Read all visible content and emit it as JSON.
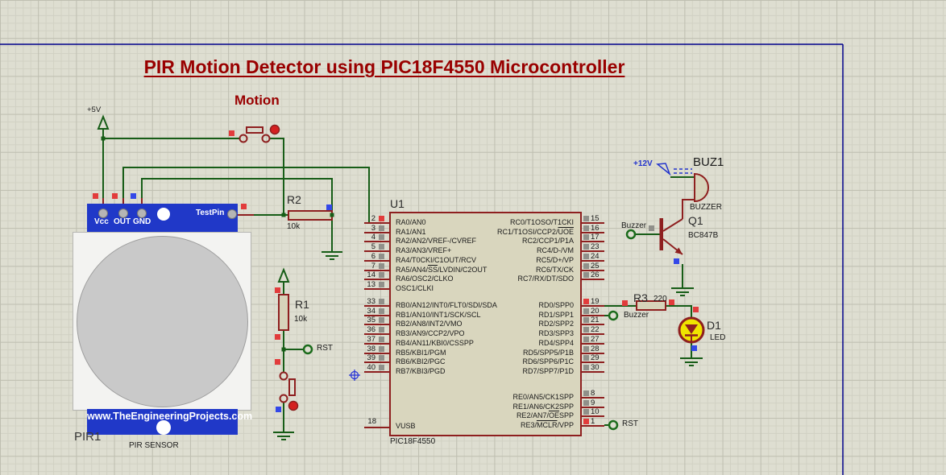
{
  "sheet": {
    "title": "PIR Motion Detector using PIC18F4550 Microcontroller"
  },
  "annotations": {
    "motion": "Motion"
  },
  "power": {
    "v5": "+5V",
    "v12": "+12V"
  },
  "terminals": {
    "rst_left": "RST",
    "rst_right": "RST",
    "buzzer_base": "Buzzer",
    "buzzer_pin": "Buzzer"
  },
  "parts": {
    "pir": {
      "ref": "PIR1",
      "value": "PIR SENSOR",
      "url": "www.TheEngineeringProjects.com",
      "pin_vcc": "Vcc",
      "pin_out": "OUT",
      "pin_gnd": "GND",
      "pin_test": "TestPin"
    },
    "r1": {
      "ref": "R1",
      "value": "10k"
    },
    "r2": {
      "ref": "R2",
      "value": "10k"
    },
    "r3": {
      "ref": "R3",
      "value": "220"
    },
    "d1": {
      "ref": "D1",
      "value": "LED"
    },
    "q1": {
      "ref": "Q1",
      "value": "BC847B"
    },
    "buz1": {
      "ref": "BUZ1",
      "value": "BUZZER"
    },
    "u1": {
      "ref": "U1",
      "value": "PIC18F4550",
      "vusb_num": "18",
      "vusb_label": "VUSB"
    }
  },
  "mcu_pins": {
    "left_a": [
      {
        "num": "2",
        "state": "red",
        "label": "RA0/AN0"
      },
      {
        "num": "3",
        "state": "gray",
        "label": "RA1/AN1"
      },
      {
        "num": "4",
        "state": "gray",
        "label": "RA2/AN2/VREF-/CVREF"
      },
      {
        "num": "5",
        "state": "gray",
        "label": "RA3/AN3/VREF+"
      },
      {
        "num": "6",
        "state": "gray",
        "label": "RA4/T0CKI/C1OUT/RCV"
      },
      {
        "num": "7",
        "state": "gray",
        "label": "RA5/AN4/~SS~/LVDIN/C2OUT"
      },
      {
        "num": "14",
        "state": "gray",
        "label": "RA6/OSC2/CLKO"
      },
      {
        "num": "13",
        "state": "gray",
        "label": "OSC1/CLKI"
      }
    ],
    "left_b": [
      {
        "num": "33",
        "state": "gray",
        "label": "RB0/AN12/INT0/FLT0/SDI/SDA"
      },
      {
        "num": "34",
        "state": "gray",
        "label": "RB1/AN10/INT1/SCK/SCL"
      },
      {
        "num": "35",
        "state": "gray",
        "label": "RB2/AN8/INT2/VMO"
      },
      {
        "num": "36",
        "state": "gray",
        "label": "RB3/AN9/CCP2/VPO"
      },
      {
        "num": "37",
        "state": "gray",
        "label": "RB4/AN11/KBI0/CSSPP"
      },
      {
        "num": "38",
        "state": "gray",
        "label": "RB5/KBI1/PGM"
      },
      {
        "num": "39",
        "state": "gray",
        "label": "RB6/KBI2/PGC"
      },
      {
        "num": "40",
        "state": "gray",
        "label": "RB7/KBI3/PGD"
      }
    ],
    "right_a": [
      {
        "num": "15",
        "state": "gray",
        "label": "RC0/T1OSO/T1CKI"
      },
      {
        "num": "16",
        "state": "gray",
        "label": "RC1/T1OSI/CCP2/~UOE~"
      },
      {
        "num": "17",
        "state": "gray",
        "label": "RC2/CCP1/P1A"
      },
      {
        "num": "23",
        "state": "gray",
        "label": "RC4/D-/VM"
      },
      {
        "num": "24",
        "state": "gray",
        "label": "RC5/D+/VP"
      },
      {
        "num": "25",
        "state": "gray",
        "label": "RC6/TX/CK"
      },
      {
        "num": "26",
        "state": "gray",
        "label": "RC7/RX/DT/SDO"
      }
    ],
    "right_d": [
      {
        "num": "19",
        "state": "red",
        "label": "RD0/SPP0"
      },
      {
        "num": "20",
        "state": "gray",
        "label": "RD1/SPP1"
      },
      {
        "num": "21",
        "state": "gray",
        "label": "RD2/SPP2"
      },
      {
        "num": "22",
        "state": "gray",
        "label": "RD3/SPP3"
      },
      {
        "num": "27",
        "state": "gray",
        "label": "RD4/SPP4"
      },
      {
        "num": "28",
        "state": "gray",
        "label": "RD5/SPP5/P1B"
      },
      {
        "num": "29",
        "state": "gray",
        "label": "RD6/SPP6/P1C"
      },
      {
        "num": "30",
        "state": "gray",
        "label": "RD7/SPP7/P1D"
      }
    ],
    "right_e": [
      {
        "num": "8",
        "state": "gray",
        "label": "RE0/AN5/CK1SPP"
      },
      {
        "num": "9",
        "state": "gray",
        "label": "RE1/AN6/CK2SPP"
      },
      {
        "num": "10",
        "state": "gray",
        "label": "RE2/AN7/~OE~SPP"
      },
      {
        "num": "1",
        "state": "red",
        "label": "RE3/~MCLR~/VPP"
      }
    ]
  },
  "colors": {
    "wire_green": "#175D17",
    "component_red": "#8E1F1F",
    "title_red": "#990000",
    "pir_blue": "#2038C8",
    "label_blue": "#2233CC",
    "led_yellow": "#F0E400",
    "indicator_red": "#E23C3C",
    "indicator_blue": "#3448E8",
    "indicator_gray": "#90908A",
    "sheet_border_blue": "#00008B"
  }
}
